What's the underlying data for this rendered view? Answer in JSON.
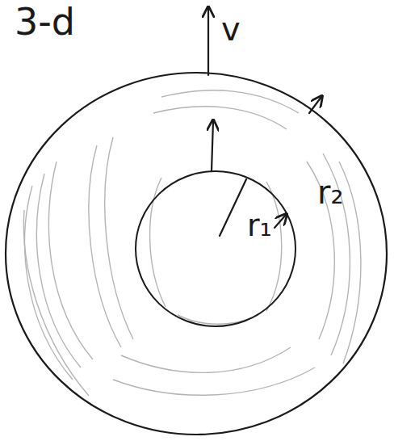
{
  "diagram": {
    "nodes": [
      {
        "text": [
          "r₂"
        ]
      },
      {
        "text": [
          "r₁"
        ],
        "in": 0
      }
    ],
    "labels": [
      "3-d",
      "v"
    ]
  }
}
